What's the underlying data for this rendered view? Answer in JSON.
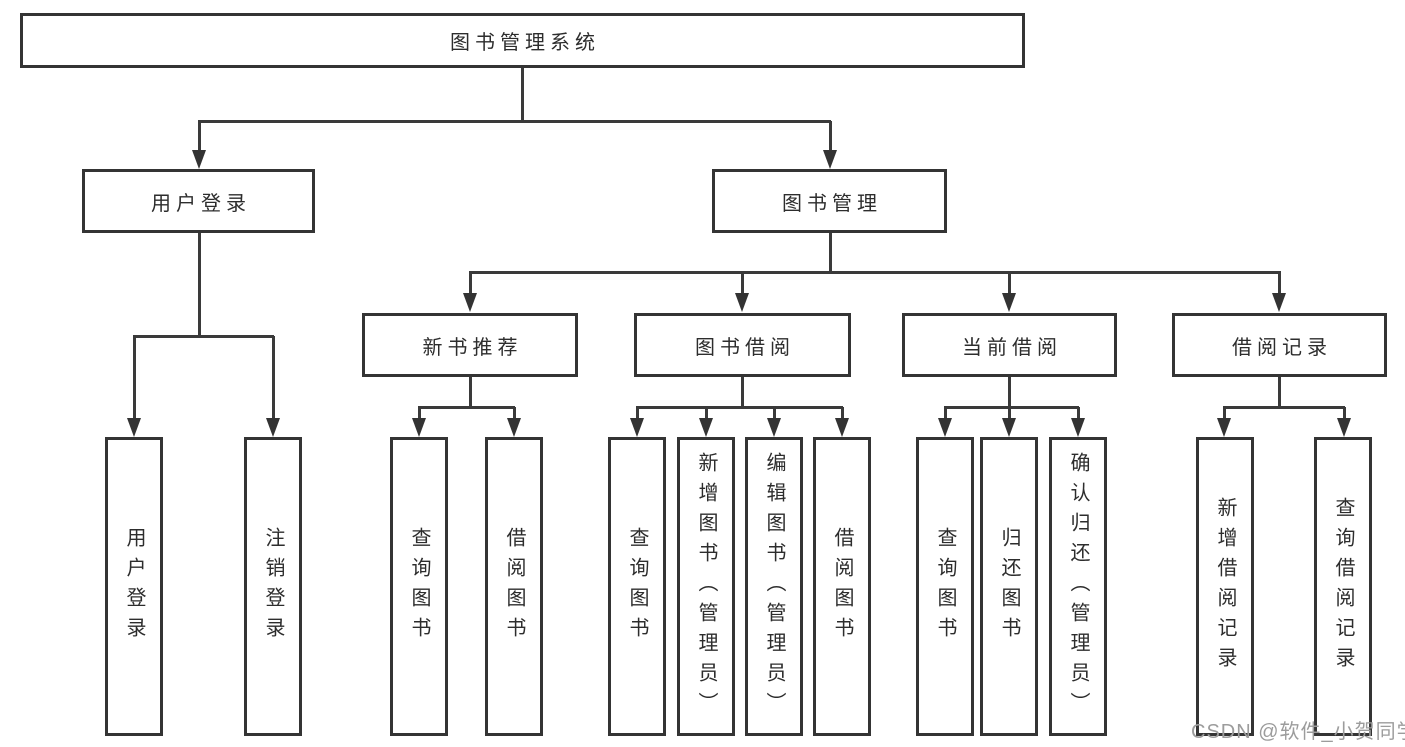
{
  "tree": {
    "label": "图书管理系统",
    "children": [
      {
        "label": "用户登录",
        "children": [
          {
            "label": "用户登录"
          },
          {
            "label": "注销登录"
          }
        ]
      },
      {
        "label": "图书管理",
        "children": [
          {
            "label": "新书推荐",
            "children": [
              {
                "label": "查询图书"
              },
              {
                "label": "借阅图书"
              }
            ]
          },
          {
            "label": "图书借阅",
            "children": [
              {
                "label": "查询图书"
              },
              {
                "label": "新增图书（管理员）"
              },
              {
                "label": "编辑图书（管理员）"
              },
              {
                "label": "借阅图书"
              }
            ]
          },
          {
            "label": "当前借阅",
            "children": [
              {
                "label": "查询图书"
              },
              {
                "label": "归还图书"
              },
              {
                "label": "确认归还（管理员）"
              }
            ]
          },
          {
            "label": "借阅记录",
            "children": [
              {
                "label": "新增借阅记录"
              },
              {
                "label": "查询借阅记录"
              }
            ]
          }
        ]
      }
    ]
  },
  "watermark": {
    "text": "CSDN @软件_小贺同学"
  },
  "colors": {
    "line": "#3a3a3a",
    "box_border": "#343434",
    "text": "#2d2d2d",
    "watermark": "#9c9c9c",
    "background": "#ffffff"
  }
}
